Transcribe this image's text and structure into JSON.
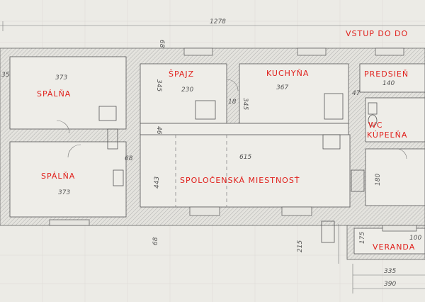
{
  "labels": {
    "entrance": "VSTUP DO DO",
    "bedroom_top": "SPÁLŇA",
    "bedroom_bottom": "SPÁLŇA",
    "pantry": "ŠPAJZ",
    "kitchen": "KUCHYŇA",
    "hallway": "PREDSIEŇ",
    "wc": "WC",
    "bathroom": "KÚPEĽŇA",
    "living_room": "SPOLOČENSKÁ MIESTNOSŤ",
    "veranda": "VERANDA"
  },
  "dimensions": {
    "overall_width": "1278",
    "bedroom_top_width": "373",
    "bedroom_bottom_width": "373",
    "pantry_width": "230",
    "kitchen_width": "367",
    "hallway_width": "140",
    "living_width": "615",
    "bathroom_height": "180",
    "pantry_height": "345",
    "kitchen_height": "345",
    "living_height": "443",
    "wall_top": "68",
    "wall_bottom": "68",
    "wall_inner": "68",
    "wall_left": "35",
    "partition_left": "18",
    "partition_right": "47",
    "corridor": "46",
    "veranda_height": "215",
    "veranda_depth": "175",
    "veranda_side": "100",
    "veranda_width_inner": "335",
    "veranda_width_outer": "390"
  },
  "colors": {
    "label": "#e0201c",
    "line": "#555555",
    "paper": "#ecebe6"
  }
}
